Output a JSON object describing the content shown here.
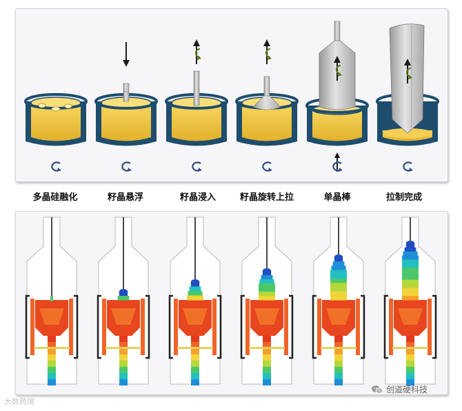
{
  "stages": [
    {
      "label": "多晶硅融化"
    },
    {
      "label": "籽晶悬浮"
    },
    {
      "label": "籽晶浸入"
    },
    {
      "label": "籽晶旋转上拉"
    },
    {
      "label": "单晶棒"
    },
    {
      "label": "拉制完成"
    }
  ],
  "watermark_left": "大数跨境",
  "watermark_right": "创道硬科技",
  "colors": {
    "crucible": "#1e4d6e",
    "melt": "#f2c94c",
    "rod": "#c4c4c4",
    "arrow": "#1a1a1a",
    "rotation_arrow": "#2f4f7f"
  },
  "icons": {
    "rotation": "rotate-arrow-icon",
    "wechat": "wechat-icon"
  }
}
